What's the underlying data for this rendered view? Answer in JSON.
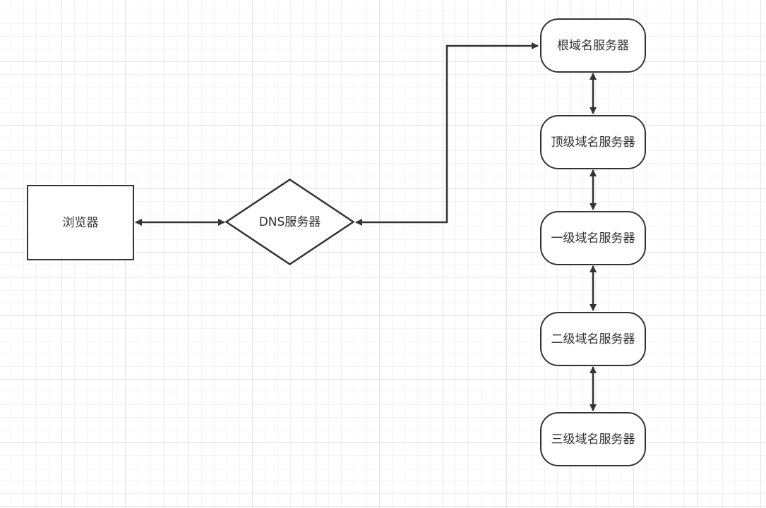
{
  "diagram": {
    "nodes": {
      "browser": {
        "label": "浏览器",
        "shape": "rectangle"
      },
      "dns": {
        "label": "DNS服务器",
        "shape": "diamond"
      },
      "root": {
        "label": "根域名服务器",
        "shape": "rounded-rectangle"
      },
      "tld": {
        "label": "顶级域名服务器",
        "shape": "rounded-rectangle"
      },
      "level1": {
        "label": "一级域名服务器",
        "shape": "rounded-rectangle"
      },
      "level2": {
        "label": "二级域名服务器",
        "shape": "rounded-rectangle"
      },
      "level3": {
        "label": "三级域名服务器",
        "shape": "rounded-rectangle"
      }
    },
    "edges": [
      {
        "from": "browser",
        "to": "dns",
        "direction": "both"
      },
      {
        "from": "root",
        "to": "dns",
        "direction": "both"
      },
      {
        "from": "root",
        "to": "tld",
        "direction": "both"
      },
      {
        "from": "tld",
        "to": "level1",
        "direction": "both"
      },
      {
        "from": "level1",
        "to": "level2",
        "direction": "both"
      },
      {
        "from": "level2",
        "to": "level3",
        "direction": "both"
      }
    ],
    "colors": {
      "stroke": "#333333",
      "text": "#2f2f2f",
      "grid": "#e4e4e4",
      "background": "#ffffff"
    }
  }
}
